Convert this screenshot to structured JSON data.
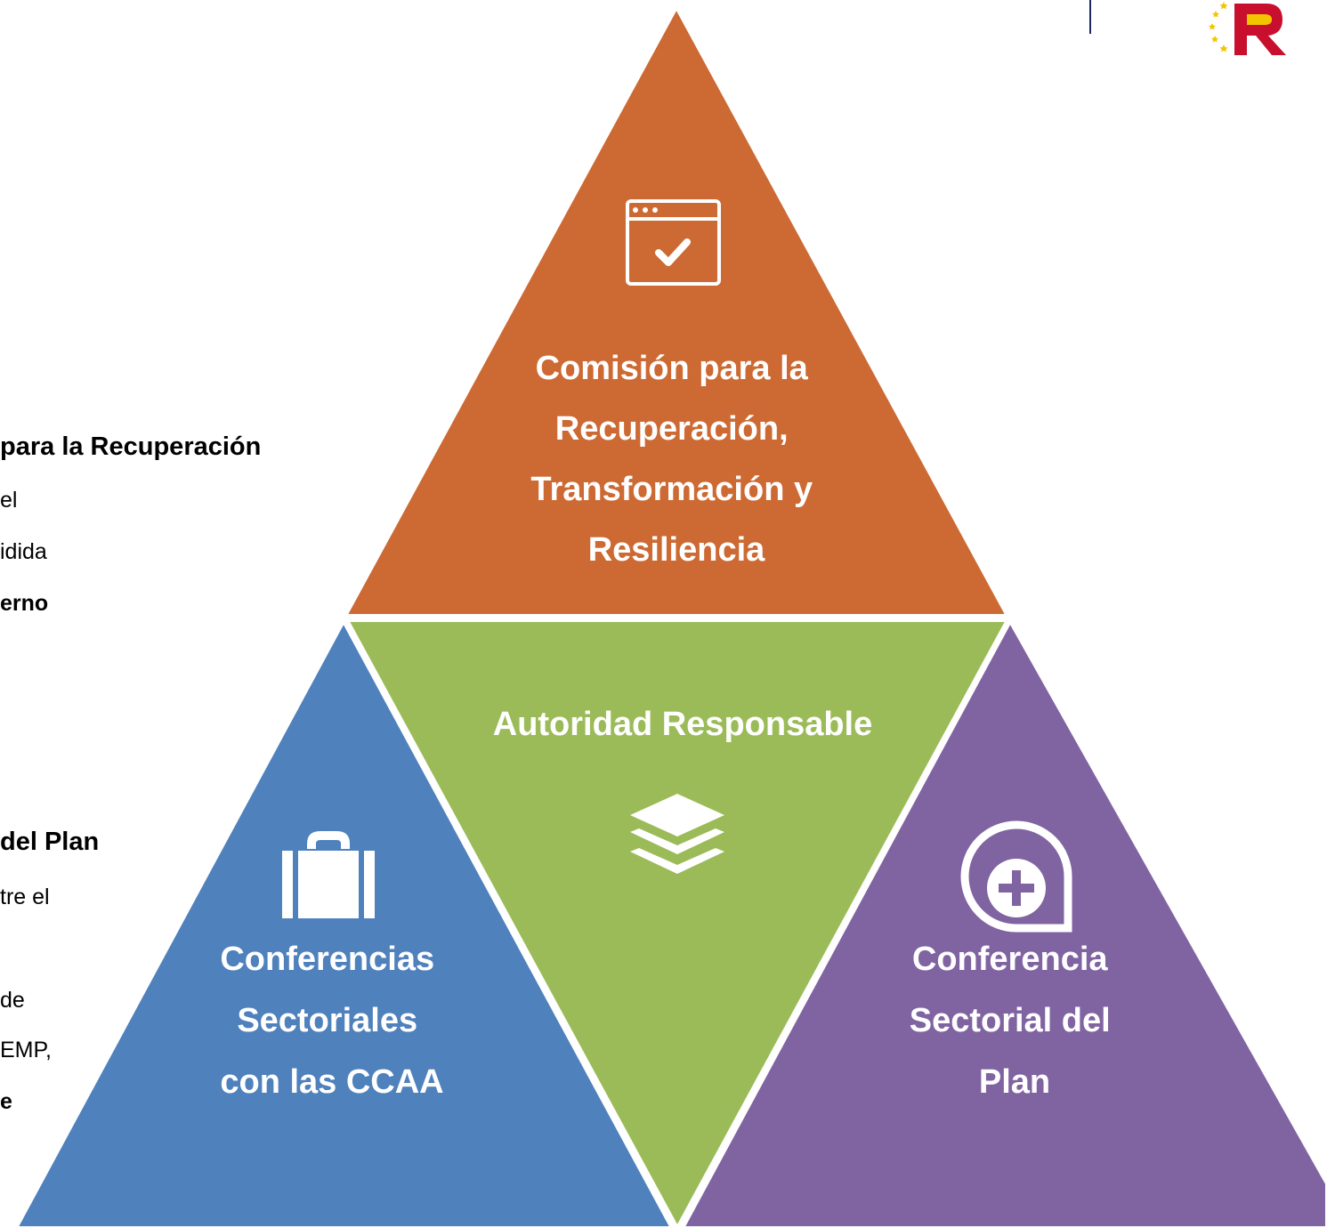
{
  "left_text": {
    "lines": [
      "para la Recuperación",
      "el",
      "idida",
      "erno",
      "del Plan",
      "tre el",
      "de",
      "EMP,",
      "e"
    ]
  },
  "top_triangle": {
    "icon": "window-check-icon",
    "color": "#CD6A33",
    "label_lines": [
      "Comisión para la",
      "Recuperación,",
      "Transformación y",
      "Resiliencia"
    ]
  },
  "center_triangle": {
    "icon": "layers-icon",
    "color": "#9BBB59",
    "label": "Autoridad Responsable"
  },
  "left_triangle": {
    "icon": "briefcase-icon",
    "color": "#4F81BD",
    "label_lines": [
      "Conferencias",
      "Sectoriales",
      "con las CCAA"
    ]
  },
  "right_triangle": {
    "icon": "add-chat-icon",
    "color": "#8064A2",
    "label_lines": [
      "Conferencia",
      "Sectorial del",
      "Plan"
    ]
  },
  "logo": {
    "icon": "recovery-plan-logo",
    "letter": "R",
    "colors": {
      "red": "#C8102E",
      "yellow": "#F2C500"
    }
  }
}
